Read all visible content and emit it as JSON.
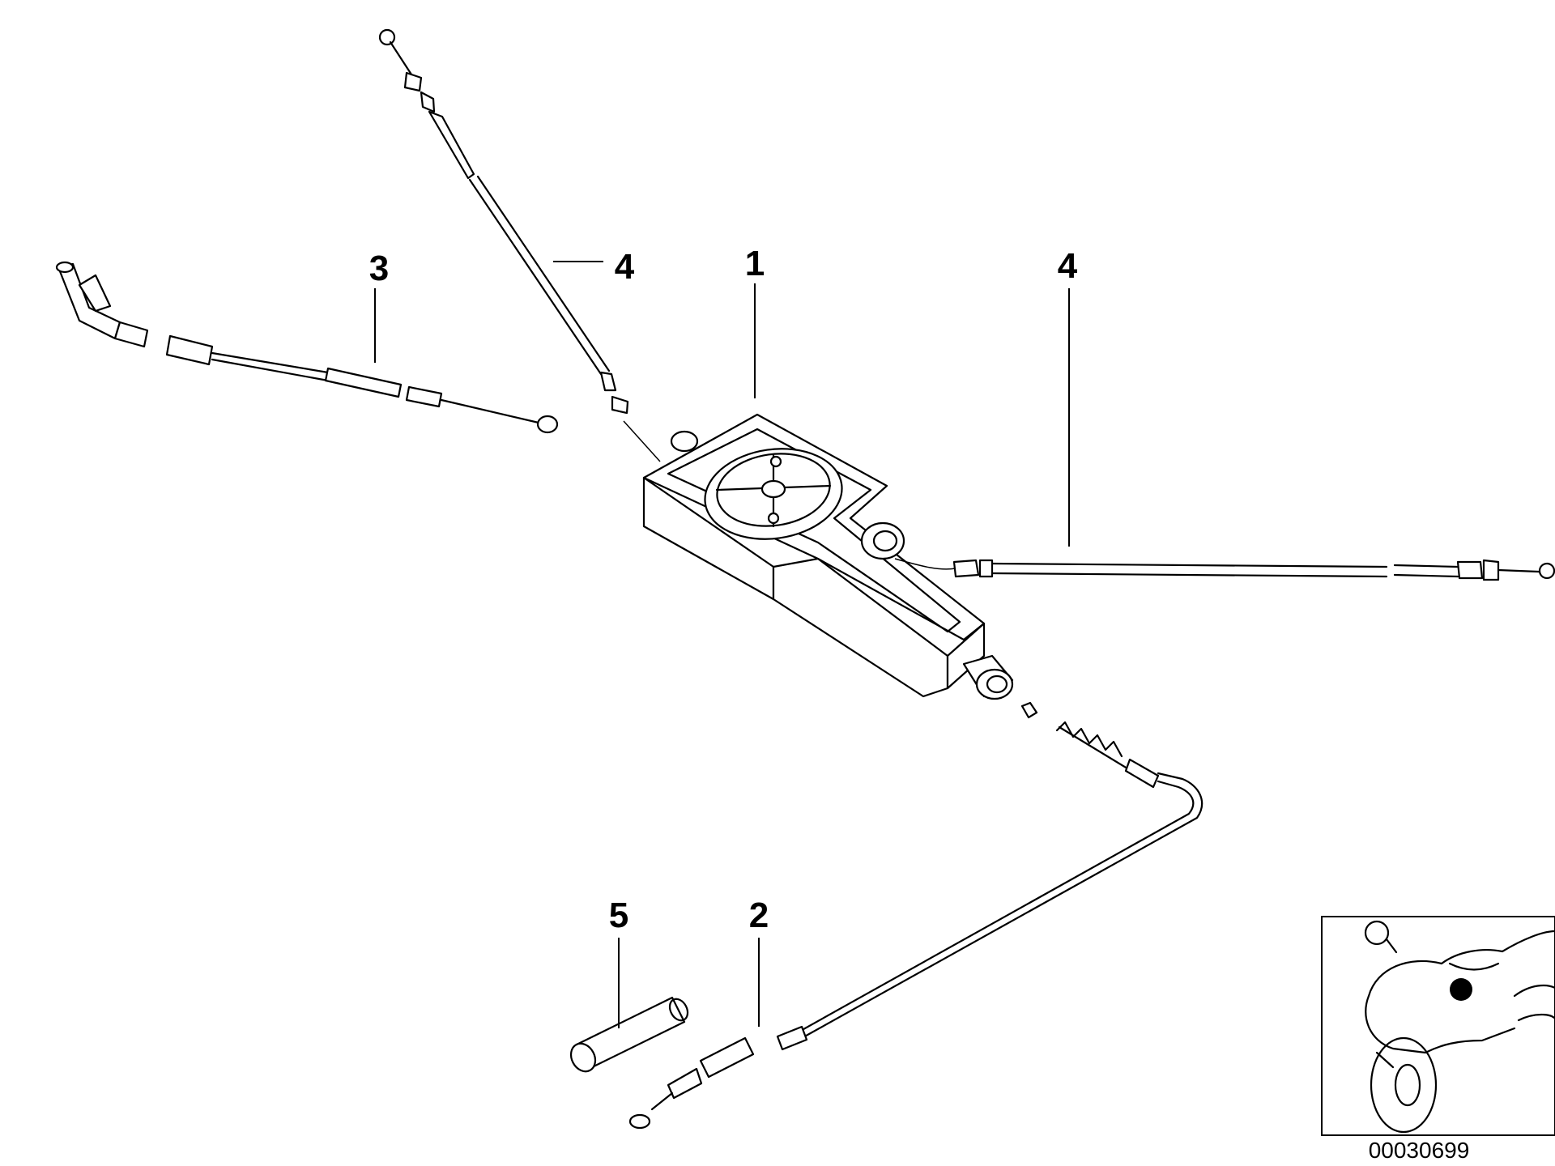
{
  "callouts": {
    "part_1": "1",
    "part_2": "2",
    "part_3": "3",
    "part_4_left": "4",
    "part_4_right": "4",
    "part_5": "5"
  },
  "document_number": "00030699",
  "colors": {
    "line": "#000000",
    "background": "#ffffff",
    "marker": "#000000"
  }
}
